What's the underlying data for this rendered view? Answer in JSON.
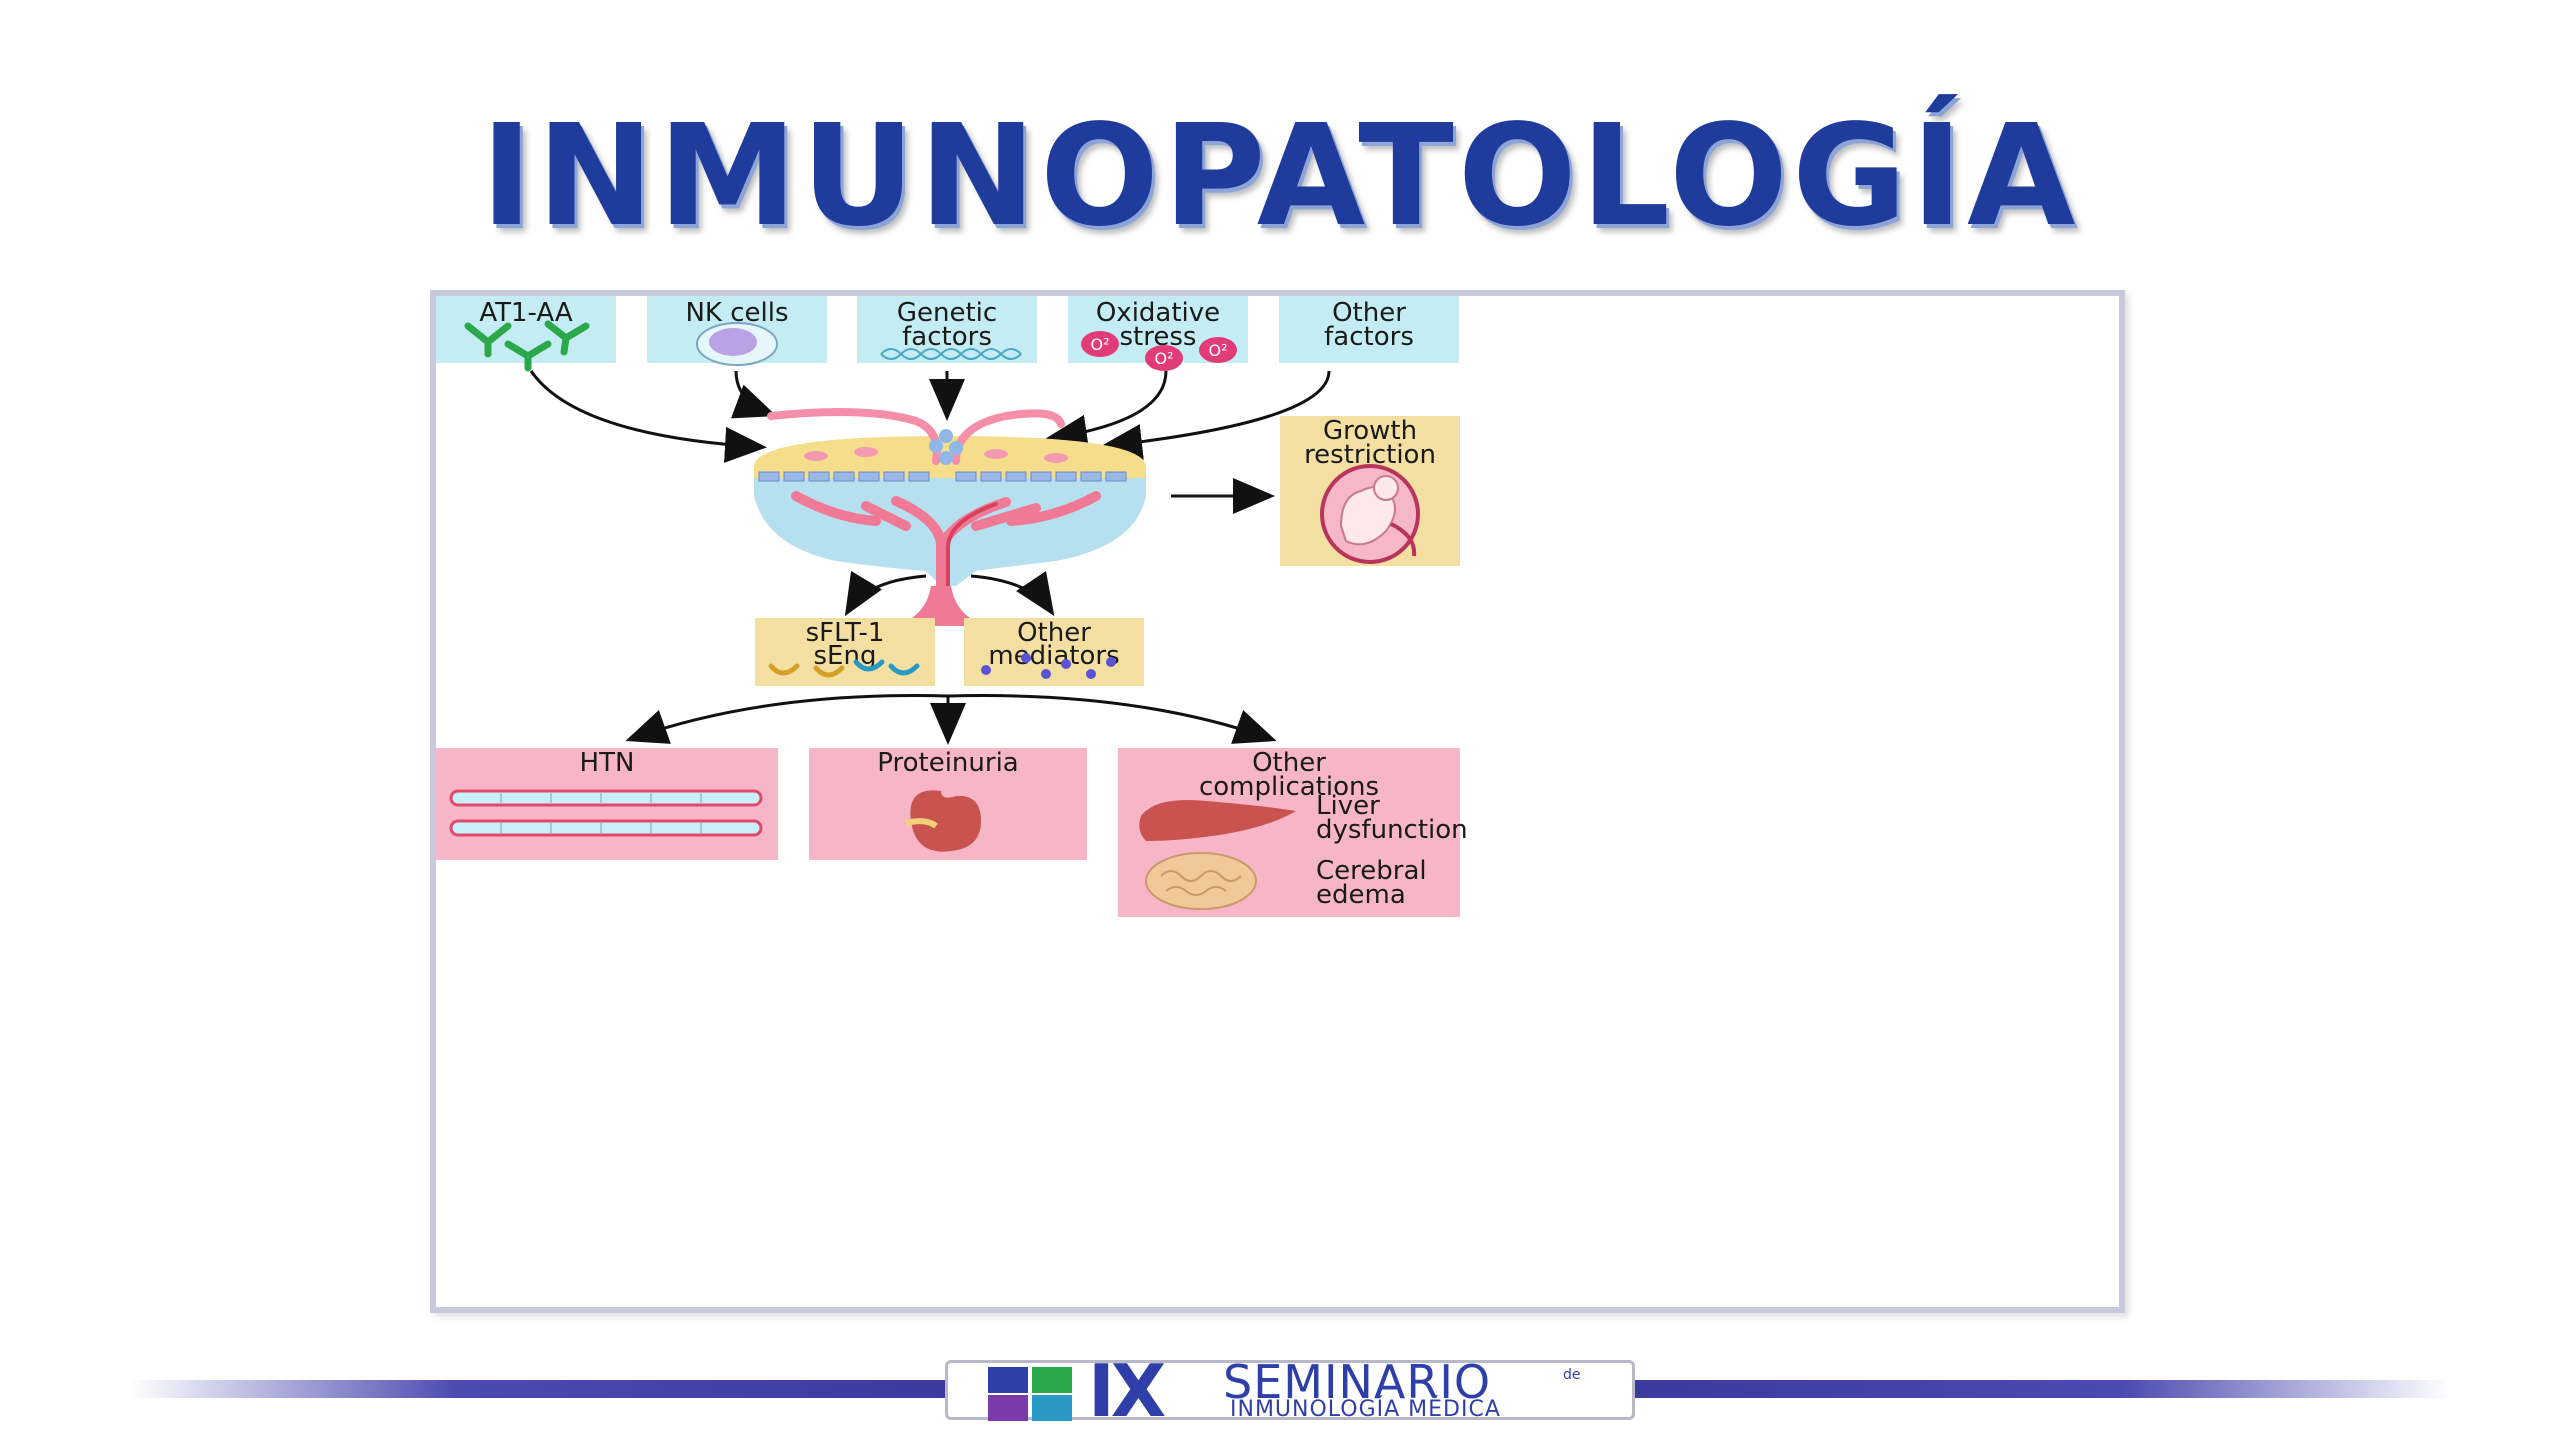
{
  "title": "INMUNOPATOLOGÍA",
  "factors": [
    {
      "lines": [
        "AT1-AA"
      ]
    },
    {
      "lines": [
        "NK cells"
      ]
    },
    {
      "lines": [
        "Genetic",
        "factors"
      ]
    },
    {
      "lines": [
        "Oxidative",
        "stress"
      ]
    },
    {
      "lines": [
        "Other",
        "factors"
      ]
    }
  ],
  "o2_label": "O²",
  "growth": [
    "Growth",
    "restriction"
  ],
  "mediators": [
    {
      "lines": [
        "sFLT-1",
        "sEng"
      ]
    },
    {
      "lines": [
        "Other",
        "mediators"
      ]
    }
  ],
  "outcomes": {
    "htn": "HTN",
    "proteinuria": "Proteinuria",
    "other": [
      "Other",
      "complications"
    ],
    "liver": [
      "Liver",
      "dysfunction"
    ],
    "cerebral": [
      "Cerebral",
      "edema"
    ]
  },
  "footer": {
    "roman": "IX",
    "seminario": "SEMINARIO",
    "de": "de",
    "subtitle": "INMUNOLOGÍA MÉDICA"
  },
  "colors": {
    "title": "#1f3b9c",
    "factor_box": "#c4ecf3",
    "mediator_box": "#f4dfa3",
    "outcome_box": "#f7b6c8",
    "growth_box": "#f4dfa3",
    "footer_blue": "#2f3faa"
  }
}
